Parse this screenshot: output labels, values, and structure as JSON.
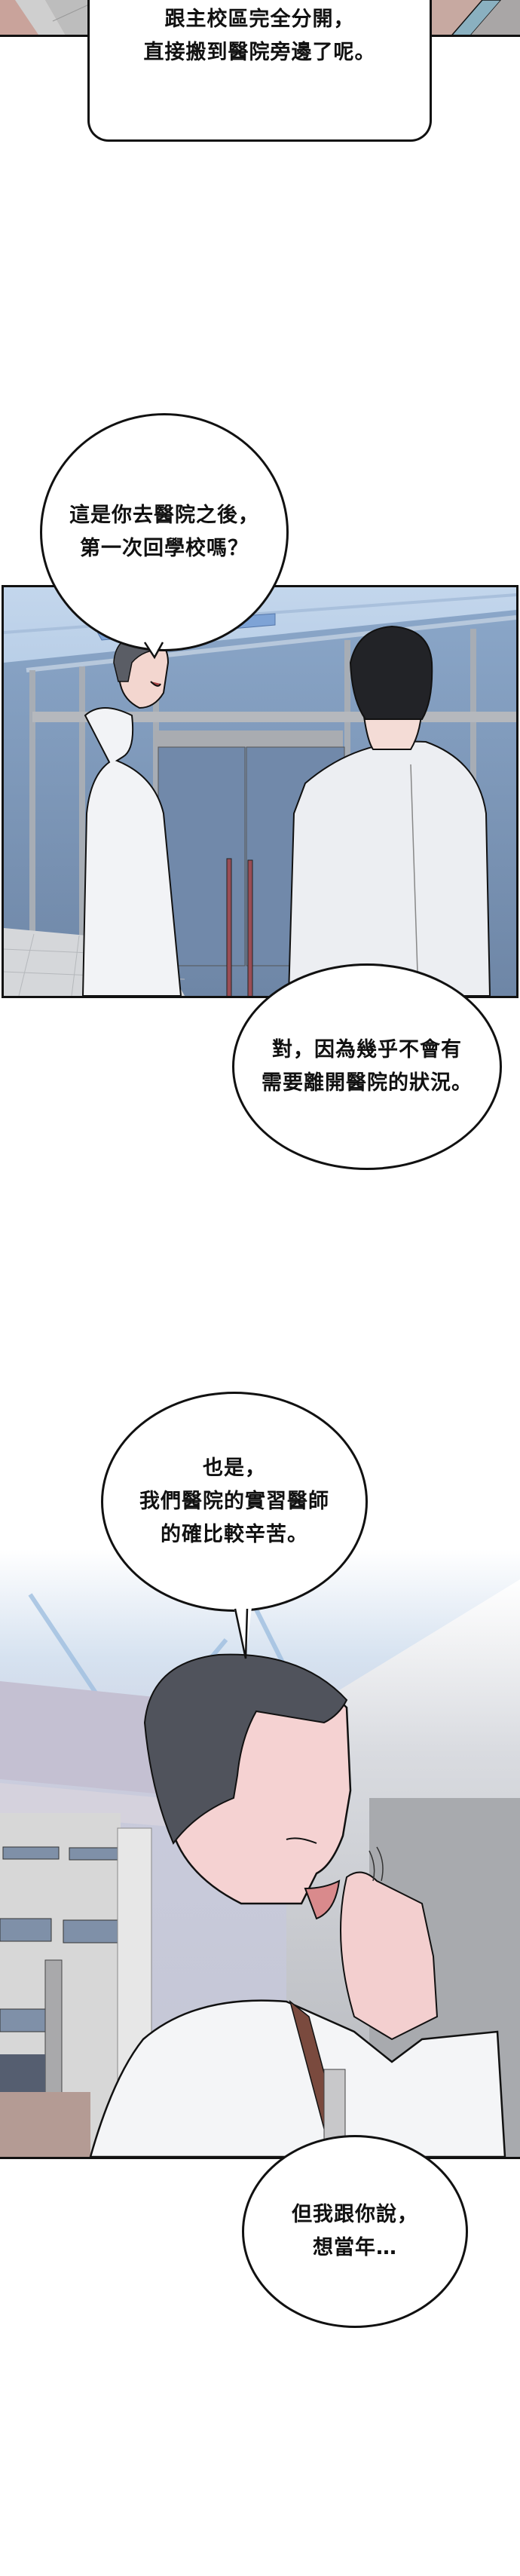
{
  "comic": {
    "panels": [
      {
        "id": "top-strip",
        "description": "top edge of previous panel with diagonal stripes"
      },
      {
        "id": "panel-1",
        "description": "two doctors in white coats in front of glass double doors"
      },
      {
        "id": "panel-2",
        "description": "older doctor laughing, scratching nose, hospital buildings behind"
      }
    ],
    "dialogues": [
      {
        "id": "caption-box",
        "lines": [
          "跟主校區完全分開，",
          "直接搬到醫院旁邊了呢。"
        ]
      },
      {
        "id": "bubble-1",
        "lines": [
          "這是你去醫院之後，",
          "第一次回學校嗎？"
        ]
      },
      {
        "id": "bubble-2",
        "lines": [
          "對，因為幾乎不會有",
          "需要離開醫院的狀況。"
        ]
      },
      {
        "id": "bubble-3",
        "lines": [
          "也是，",
          "我們醫院的實習醫師",
          "的確比較辛苦。"
        ]
      },
      {
        "id": "bubble-4",
        "lines": [
          "但我跟你說，",
          "想當年…"
        ]
      }
    ]
  },
  "colors": {
    "ink": "#111111",
    "glass": "#7f97b6",
    "sky": "#b8cde6",
    "coat": "#f2f3f6",
    "skin": "#f5d2d2",
    "hair": "#4a4d57",
    "floor": "#c9cbce",
    "tie": "#7a4a3e",
    "building": "#d8d8da"
  }
}
